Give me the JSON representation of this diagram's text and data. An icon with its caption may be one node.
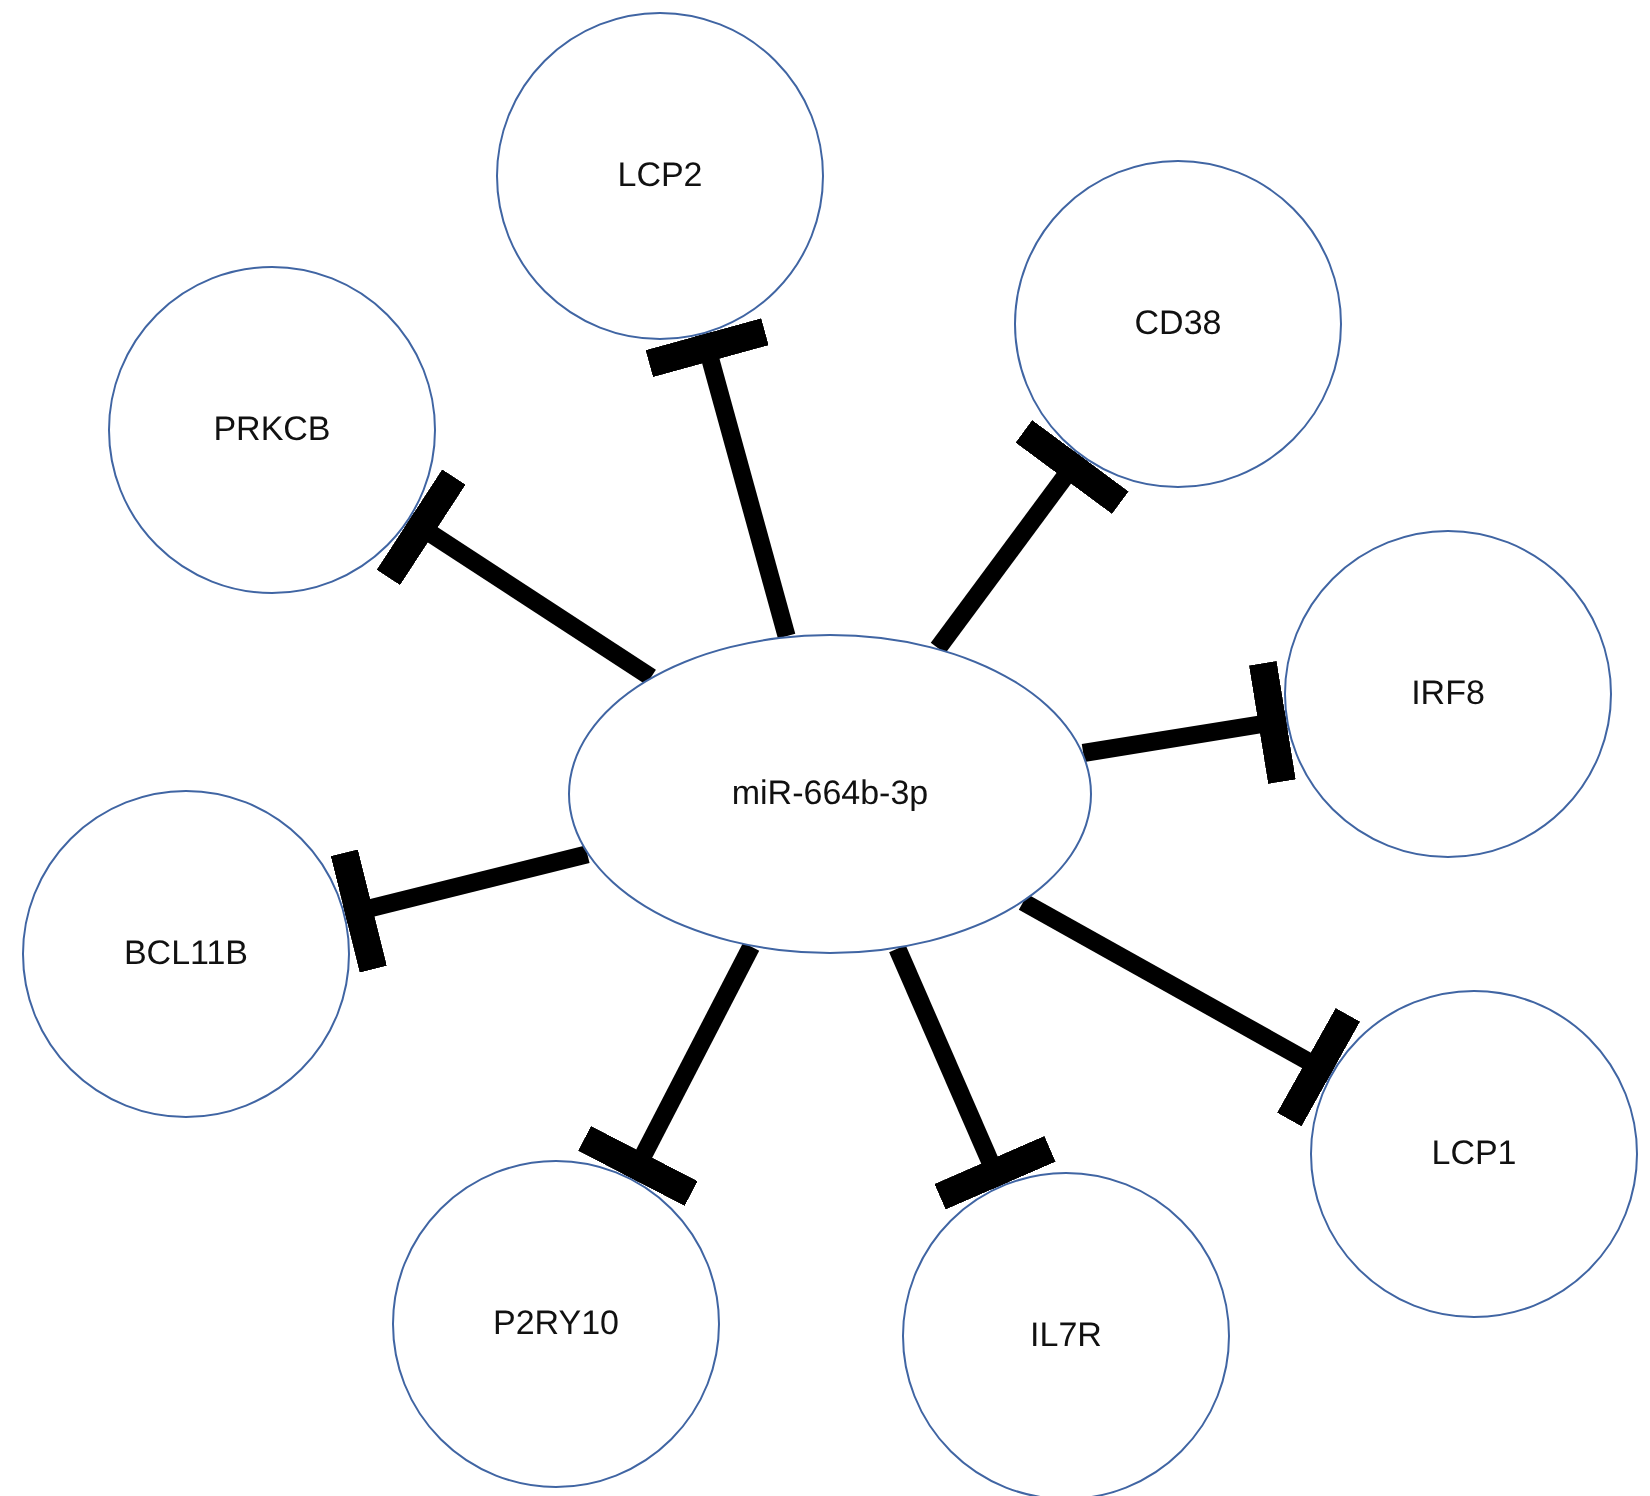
{
  "diagram": {
    "nodes": [
      {
        "text": [
          "LCP2"
        ]
      },
      {
        "text": [
          "CD38"
        ]
      },
      {
        "text": [
          "PRKCB"
        ]
      },
      {
        "text": [
          "IRF8"
        ]
      },
      {
        "text": [
          "miR-664b-3p"
        ]
      },
      {
        "text": [
          "BCL11B"
        ]
      },
      {
        "text": [
          "LCP1"
        ]
      },
      {
        "text": [
          "P2RY10"
        ]
      },
      {
        "text": [
          "IL7R"
        ]
      }
    ],
    "edges": [
      {
        "from": 4,
        "to": 0,
        "arrow": "other"
      },
      {
        "from": 4,
        "to": 1,
        "arrow": "other"
      },
      {
        "from": 4,
        "to": 2,
        "arrow": "other"
      },
      {
        "from": 4,
        "to": 3,
        "arrow": "other"
      },
      {
        "from": 4,
        "to": 5,
        "arrow": "other"
      },
      {
        "from": 4,
        "to": 6,
        "arrow": "other"
      },
      {
        "from": 4,
        "to": 7,
        "arrow": "other"
      },
      {
        "from": 4,
        "to": 8,
        "arrow": "other"
      }
    ]
  }
}
